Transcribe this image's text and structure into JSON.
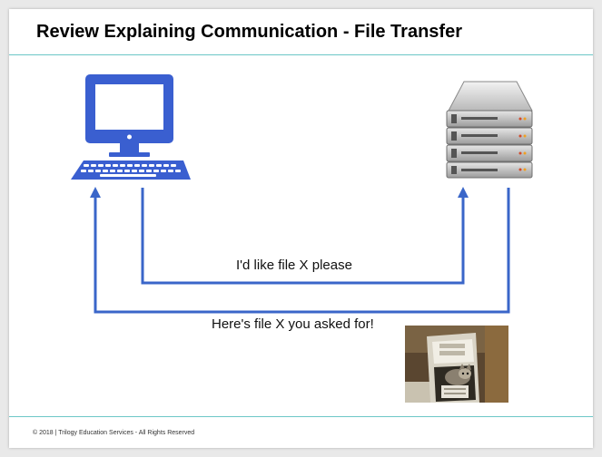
{
  "slide": {
    "title": "Review Explaining Communication - File Transfer",
    "footer": "© 2018 | Trilogy Education Services - All Rights Reserved"
  },
  "diagram": {
    "request_label": "I'd like file X please",
    "response_label": "Here's file X you asked for!",
    "client_icon": "desktop-computer-icon",
    "server_icon": "server-rack-icon",
    "arrow_color": "#3a66c9",
    "computer_color": "#3a5fd0",
    "rule_color": "#6cc7c7"
  }
}
